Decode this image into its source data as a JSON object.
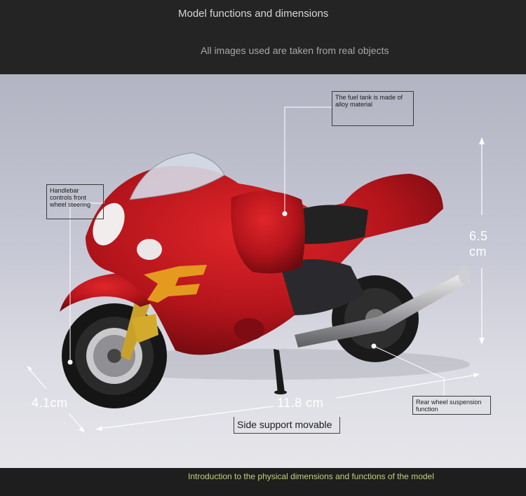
{
  "header": {
    "title": "Model functions and dimensions",
    "subtitle": "All images used are taken from real objects"
  },
  "callouts": {
    "fuel_tank": "The fuel tank is made of alloy material",
    "handlebar": "Handlebar controls front wheel steering",
    "rear_suspension": "Rear wheel suspension function",
    "side_support": "Side support movable"
  },
  "dimensions": {
    "height_value": "6.5",
    "height_unit": "cm",
    "length": "11.8 cm",
    "width": "4.1cm"
  },
  "footer": {
    "caption": "Introduction to the physical dimensions and functions of the model"
  },
  "colors": {
    "body_red": "#b5151c",
    "caption_green": "#c3d07a",
    "bar_dark": "#242424"
  }
}
